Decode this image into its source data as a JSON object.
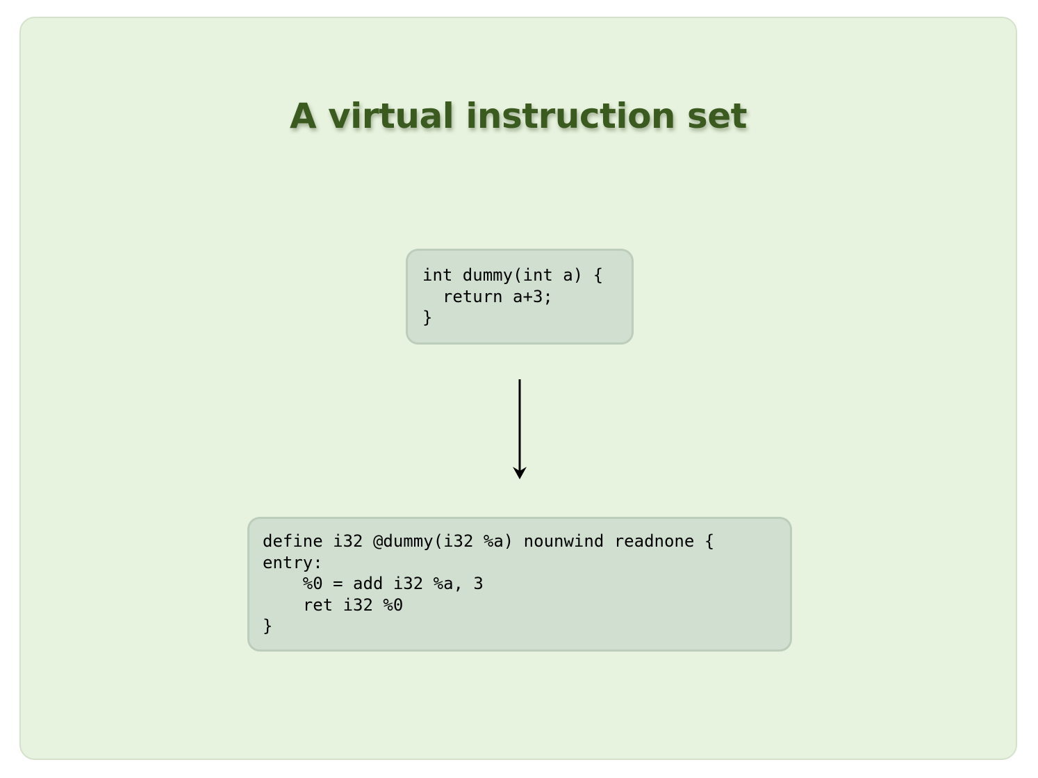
{
  "slide": {
    "title": "A virtual instruction set"
  },
  "diagram": {
    "source_code": "int dummy(int a) {\n  return a+3;\n}",
    "ir_code": "define i32 @dummy(i32 %a) nounwind readnone {\nentry:\n    %0 = add i32 %a, 3\n    ret i32 %0\n}",
    "colors": {
      "background": "#e8f3df",
      "title": "#3b5a1f",
      "code_box": "#d1dfd1",
      "arrow": "#000000"
    }
  }
}
